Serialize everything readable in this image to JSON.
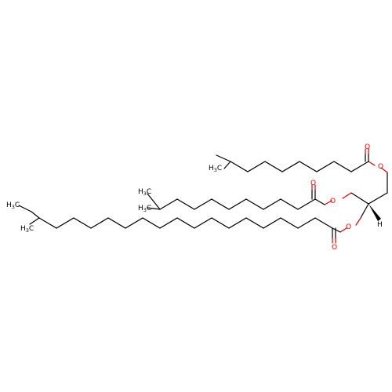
{
  "atoms": {
    "oxygen": "O",
    "hydrogen": "H",
    "methyl": "H",
    "methyl_carbon": "C",
    "methyl_sub": "3"
  },
  "colors": {
    "bond": "#000000",
    "oxygen": "#e00000",
    "background": "#ffffff"
  }
}
